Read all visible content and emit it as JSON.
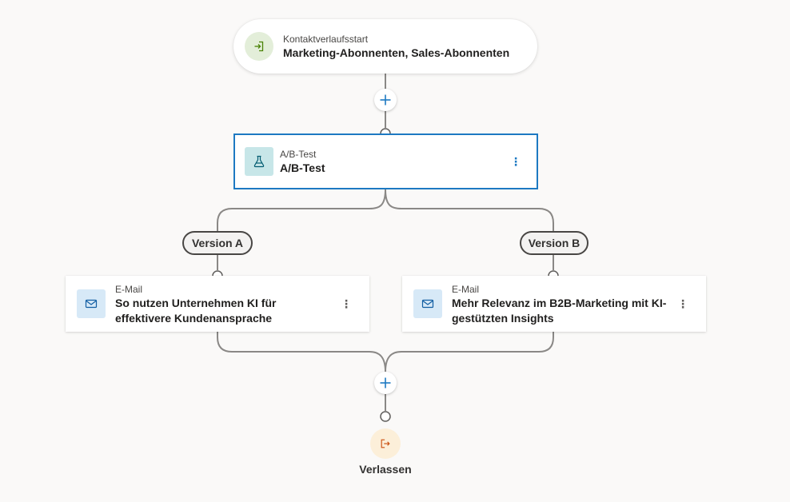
{
  "start_node": {
    "subtitle": "Kontaktverlaufsstart",
    "title": "Marketing-Abonnenten, Sales-Abonnenten",
    "icon": "enter-icon"
  },
  "ab_test_node": {
    "subtitle": "A/B-Test",
    "title": "A/B-Test",
    "icon": "flask-icon",
    "more": "⋮"
  },
  "branches": [
    {
      "label": "Version A",
      "email": {
        "subtitle": "E-Mail",
        "title": "So nutzen Unternehmen KI für effektivere Kundenansprache",
        "icon": "mail-icon",
        "more": "⋮"
      }
    },
    {
      "label": "Version B",
      "email": {
        "subtitle": "E-Mail",
        "title": "Mehr Relevanz im B2B-Marketing mit KI-gestützten Insights",
        "icon": "mail-icon",
        "more": "⋮"
      }
    }
  ],
  "exit_node": {
    "label": "Verlassen",
    "icon": "exit-icon"
  },
  "colors": {
    "accent": "#1d79c2",
    "connector": "#8a8886",
    "start_icon_bg": "#e3eed9",
    "ab_icon_bg": "#c7e6e8",
    "mail_icon_bg": "#d7e9f7",
    "exit_icon_bg": "#fcefd9"
  }
}
